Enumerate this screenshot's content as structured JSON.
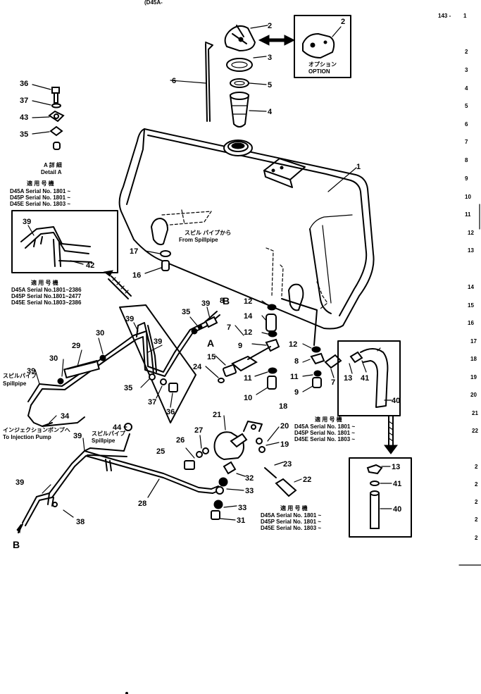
{
  "header": {
    "top_fragment": "(D45A-",
    "page_code": "143 -",
    "page_index": "1"
  },
  "margin_index": [
    "2",
    "3",
    "4",
    "5",
    "6",
    "7",
    "8",
    "9",
    "10",
    "11",
    "12",
    "13",
    "14",
    "15",
    "16",
    "17",
    "18",
    "19",
    "20",
    "21",
    "22",
    "2",
    "2",
    "2",
    "2",
    "2"
  ],
  "option": {
    "jp": "オプション",
    "en": "OPTION",
    "num": "2"
  },
  "detail": {
    "jp": "A 詳 細",
    "en": "Detail  A"
  },
  "serials_detail": [
    "D45A  Serial No. 1801 ~",
    "D45P  Serial No. 1801 ~",
    "D45E  Serial No. 1803 ~"
  ],
  "serials_left": [
    "D45A  Serial No.1801~2386",
    "D45P  Serial No.1801~2477",
    "D45E  Serial No.1803~2386"
  ],
  "serials_mid": [
    "D45A  Serial No. 1801 ~",
    "D45P  Serial No. 1801 ~",
    "D45E  Serial No. 1803 ~"
  ],
  "serials_bottom": [
    "D45A  Serial No. 1801 ~",
    "D45P  Serial No. 1801 ~",
    "D45E  Serial No. 1803 ~"
  ],
  "applicable_jp": "適 用 号 機",
  "spill_from": {
    "jp": "スピル パイプから",
    "en": "From Spillpipe"
  },
  "spillpipe_left": {
    "jp": "スピルパイプ",
    "en": "Spillpipe"
  },
  "spillpipe_lower": {
    "jp": "スピルパイプ",
    "en": "Spillpipe"
  },
  "injection": {
    "jp": "インジェクションポンプへ",
    "en": "To Injection Pump"
  },
  "letters": {
    "A": "A",
    "B1": "B",
    "B2": "B"
  },
  "callouts": {
    "c1": "1",
    "c2": "2",
    "c3": "3",
    "c4": "4",
    "c5": "5",
    "c6": "6",
    "c7a": "7",
    "c7b": "7",
    "c8a": "8",
    "c8b": "8",
    "c9": "9",
    "c10": "10",
    "c11a": "11",
    "c11b": "11",
    "c12a": "12",
    "c12b": "12",
    "c12c": "12",
    "c13a": "13",
    "c13b": "13",
    "c14": "14",
    "c15": "15",
    "c16": "16",
    "c17": "17",
    "c18": "18",
    "c19": "19",
    "c20": "20",
    "c21": "21",
    "c22": "22",
    "c23": "23",
    "c24": "24",
    "c25": "25",
    "c26": "26",
    "c27": "27",
    "c28": "28",
    "c29": "29",
    "c30a": "30",
    "c30b": "30",
    "c31": "31",
    "c32": "32",
    "c33a": "33",
    "c33b": "33",
    "c34": "34",
    "c35a": "35",
    "c35b": "35",
    "c35c": "35",
    "c36a": "36",
    "c36b": "36",
    "c37a": "37",
    "c37b": "37",
    "c38": "38",
    "c39a": "39",
    "c39b": "39",
    "c39c": "39",
    "c39d": "39",
    "c39e": "39",
    "c39f": "39",
    "c40a": "40",
    "c40b": "40",
    "c41a": "41",
    "c41b": "41",
    "c42": "42",
    "c43": "43",
    "c44": "44"
  }
}
